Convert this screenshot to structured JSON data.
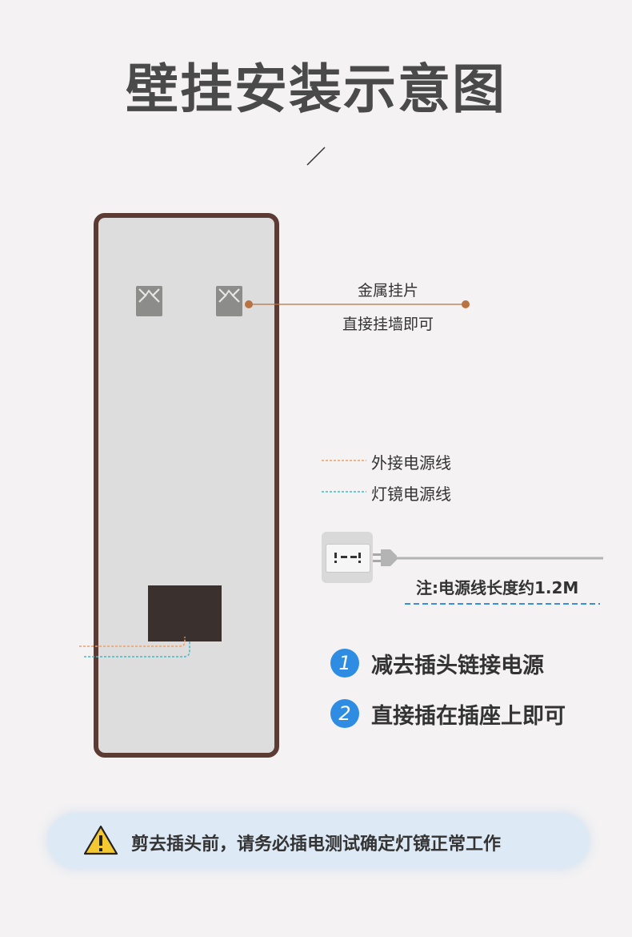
{
  "title": "壁挂安装示意图",
  "bracket_label": {
    "line1": "金属挂片",
    "line2": "直接挂墙即可"
  },
  "legend": {
    "external_cord": "外接电源线",
    "mirror_cord": "灯镜电源线"
  },
  "note": "注:电源线长度约1.2M",
  "steps": [
    {
      "number": "1",
      "text": "减去插头链接电源"
    },
    {
      "number": "2",
      "text": "直接插在插座上即可"
    }
  ],
  "warning": "剪去插头前，请务必插电测试确定灯镜正常工作",
  "colors": {
    "frame": "#5b3b33",
    "mirror": "#dedddd",
    "accent_line": "#b87342",
    "external_cord": "#f0a064",
    "mirror_cord": "#40bcc4",
    "badge": "#2e8de3",
    "note_dash": "#3a8ed8",
    "warning_bg": "#dde9f5"
  }
}
